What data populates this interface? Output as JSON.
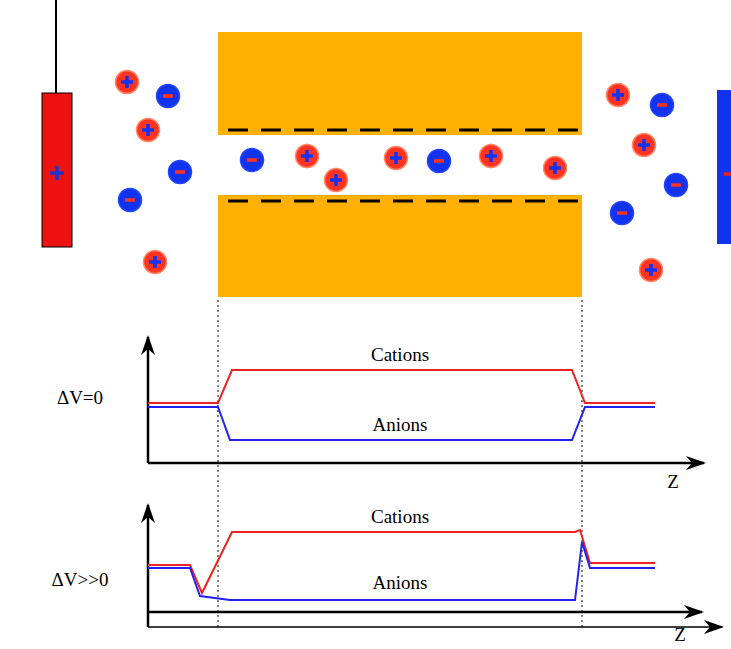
{
  "diagram": {
    "labels": [
      "Cations",
      "ΔV=0",
      "Anions",
      "Z",
      "Cations",
      "ΔV>>0",
      "Anions",
      "Z"
    ]
  }
}
